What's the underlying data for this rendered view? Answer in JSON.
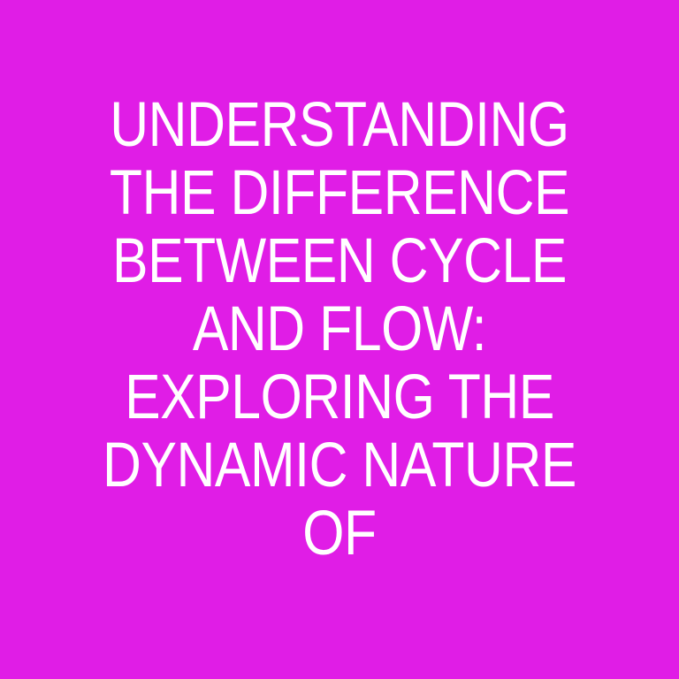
{
  "poster": {
    "background_color": "#e01de6",
    "text_color": "#ffffff",
    "title_lines": [
      "UNDERSTANDING",
      "THE DIFFERENCE",
      "BETWEEN CYCLE",
      "AND FLOW:",
      "EXPLORING THE",
      "DYNAMIC NATURE",
      "OF"
    ],
    "full_title": "UNDERSTANDING THE DIFFERENCE BETWEEN CYCLE AND FLOW: EXPLORING THE DYNAMIC NATURE OF"
  }
}
